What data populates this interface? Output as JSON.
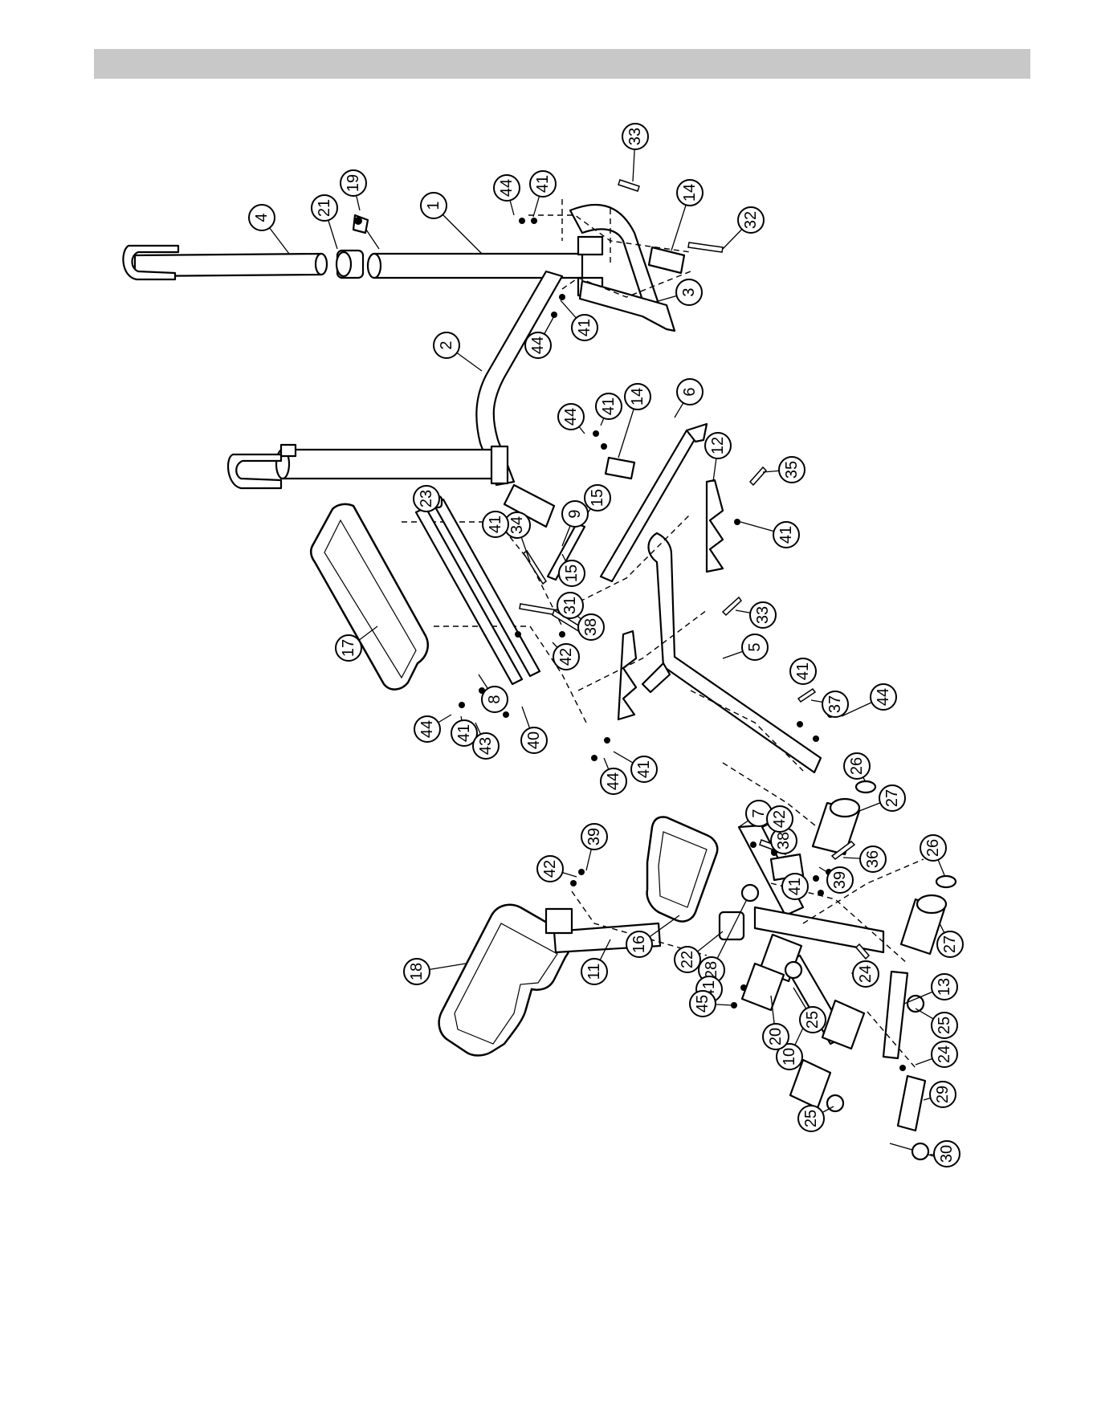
{
  "header": {
    "bar_color": "#c8c8c8"
  },
  "diagram": {
    "callouts": [
      {
        "label": "1"
      },
      {
        "label": "2"
      },
      {
        "label": "3"
      },
      {
        "label": "4"
      },
      {
        "label": "5"
      },
      {
        "label": "6"
      },
      {
        "label": "7"
      },
      {
        "label": "8"
      },
      {
        "label": "9"
      },
      {
        "label": "10"
      },
      {
        "label": "11"
      },
      {
        "label": "12"
      },
      {
        "label": "13"
      },
      {
        "label": "14"
      },
      {
        "label": "14"
      },
      {
        "label": "15"
      },
      {
        "label": "15"
      },
      {
        "label": "16"
      },
      {
        "label": "17"
      },
      {
        "label": "18"
      },
      {
        "label": "19"
      },
      {
        "label": "20"
      },
      {
        "label": "21"
      },
      {
        "label": "22"
      },
      {
        "label": "23"
      },
      {
        "label": "24"
      },
      {
        "label": "24"
      },
      {
        "label": "25"
      },
      {
        "label": "25"
      },
      {
        "label": "25"
      },
      {
        "label": "26"
      },
      {
        "label": "26"
      },
      {
        "label": "27"
      },
      {
        "label": "27"
      },
      {
        "label": "28"
      },
      {
        "label": "29"
      },
      {
        "label": "30"
      },
      {
        "label": "31"
      },
      {
        "label": "32"
      },
      {
        "label": "33"
      },
      {
        "label": "33"
      },
      {
        "label": "34"
      },
      {
        "label": "35"
      },
      {
        "label": "36"
      },
      {
        "label": "37"
      },
      {
        "label": "38"
      },
      {
        "label": "38"
      },
      {
        "label": "39"
      },
      {
        "label": "39"
      },
      {
        "label": "40"
      },
      {
        "label": "41"
      },
      {
        "label": "41"
      },
      {
        "label": "41"
      },
      {
        "label": "41"
      },
      {
        "label": "41"
      },
      {
        "label": "41"
      },
      {
        "label": "41"
      },
      {
        "label": "41"
      },
      {
        "label": "41"
      },
      {
        "label": "41"
      },
      {
        "label": "42"
      },
      {
        "label": "42"
      },
      {
        "label": "42"
      },
      {
        "label": "43"
      },
      {
        "label": "44"
      },
      {
        "label": "44"
      },
      {
        "label": "44"
      },
      {
        "label": "44"
      },
      {
        "label": "44"
      },
      {
        "label": "44"
      },
      {
        "label": "45"
      }
    ]
  }
}
